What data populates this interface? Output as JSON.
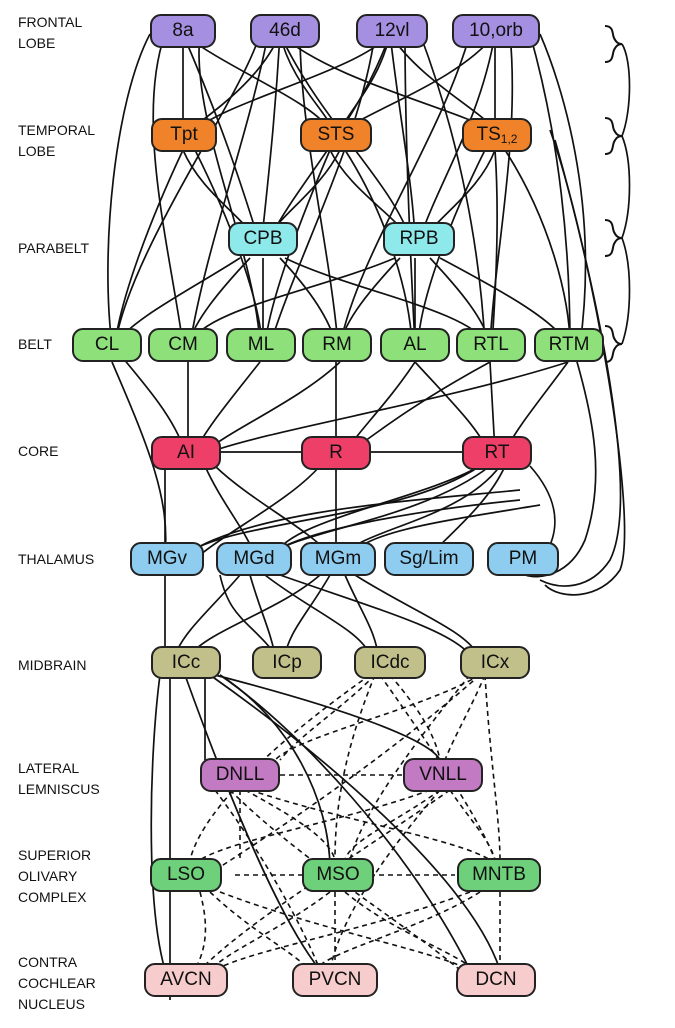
{
  "levels": {
    "frontal": [
      "FRONTAL",
      "LOBE"
    ],
    "temporal": [
      "TEMPORAL",
      "LOBE"
    ],
    "parabelt": [
      "PARABELT"
    ],
    "belt": [
      "BELT"
    ],
    "core": [
      "CORE"
    ],
    "thalamus": [
      "THALAMUS"
    ],
    "midbrain": [
      "MIDBRAIN"
    ],
    "lateral": [
      "LATERAL",
      "LEMNISCUS"
    ],
    "superior": [
      "SUPERIOR",
      "OLIVARY",
      "COMPLEX"
    ],
    "contra": [
      "CONTRA",
      "COCHLEAR",
      "NUCLEUS"
    ]
  },
  "nodes": {
    "n8a": "8a",
    "n46d": "46d",
    "n12vl": "12vl",
    "n10orb": "10,orb",
    "tpt": "Tpt",
    "sts": "STS",
    "ts_main": "TS",
    "ts_sub": "1,2",
    "cpb": "CPB",
    "rpb": "RPB",
    "cl": "CL",
    "cm": "CM",
    "ml": "ML",
    "rm": "RM",
    "al": "AL",
    "rtl": "RTL",
    "rtm": "RTM",
    "ai": "AI",
    "r": "R",
    "rt": "RT",
    "mgv": "MGv",
    "mgd": "MGd",
    "mgm": "MGm",
    "sglim": "Sg/Lim",
    "pm": "PM",
    "icc": "ICc",
    "icp": "ICp",
    "icdc": "ICdc",
    "icx": "ICx",
    "dnll": "DNLL",
    "vnll": "VNLL",
    "lso": "LSO",
    "mso": "MSO",
    "mntb": "MNTB",
    "avcn": "AVCN",
    "pvcn": "PVCN",
    "dcn": "DCN"
  },
  "colors": {
    "frontal": "#a58fe0",
    "temporal": "#f0832a",
    "parabelt": "#8eeaea",
    "belt": "#8ee07a",
    "core": "#ee3f68",
    "thalamus": "#8ecdf0",
    "midbrain": "#c2c08a",
    "lemniscus": "#c27ac2",
    "olivary": "#6ed07a",
    "cochlear": "#f7cccc"
  }
}
